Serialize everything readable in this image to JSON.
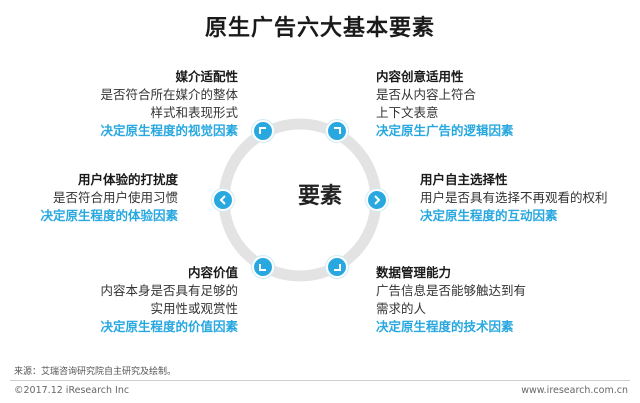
{
  "title": "原生广告六大基本要素",
  "center": "要素",
  "elements": [
    {
      "heading": "媒介适配性",
      "desc": [
        "是否符合所在媒介的整体",
        "样式和表现形式"
      ],
      "factor": "决定原生程度的视觉因素"
    },
    {
      "heading": "内容创意适用性",
      "desc": [
        "是否从内容上符合",
        "上下文表意"
      ],
      "factor": "决定原生广告的逻辑因素"
    },
    {
      "heading": "用户体验的打扰度",
      "desc": [
        "是否符合用户使用习惯"
      ],
      "factor": "决定原生程度的体验因素"
    },
    {
      "heading": "用户自主选择性",
      "desc": [
        "用户是否具有选择不再观看的权利"
      ],
      "factor": "决定原生程度的互动因素"
    },
    {
      "heading": "内容价值",
      "desc": [
        "内容本身是否具有足够的",
        "实用性或观赏性"
      ],
      "factor": "决定原生程度的价值因素"
    },
    {
      "heading": "数据管理能力",
      "desc": [
        "广告信息是否能够触达到有",
        "需求的人"
      ],
      "factor": "决定原生程度的技术因素"
    }
  ],
  "footer": {
    "source": "来源：艾瑞咨询研究院自主研究及绘制。",
    "copyright": "©2017.12 iResearch Inc",
    "website": "www.iresearch.com.cn"
  },
  "colors": {
    "accent": "#29a8e0",
    "ring": "#e3e3e3"
  }
}
